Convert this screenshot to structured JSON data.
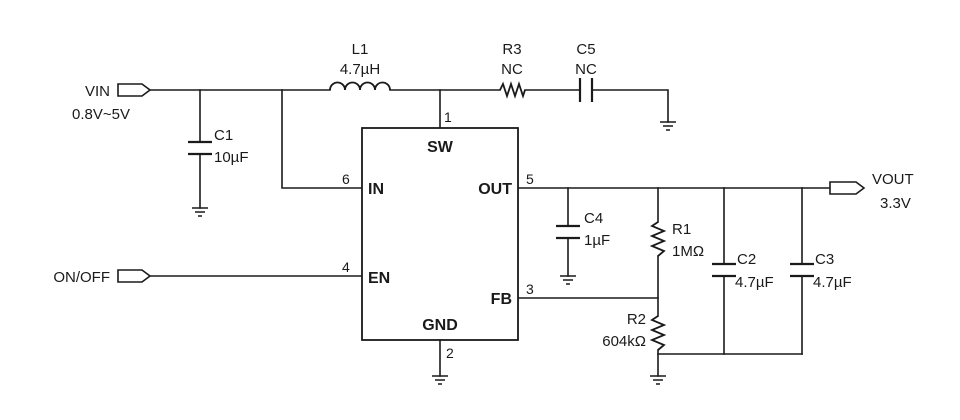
{
  "ports": {
    "vin": {
      "name": "VIN",
      "value": "0.8V~5V"
    },
    "vout": {
      "name": "VOUT",
      "value": "3.3V"
    },
    "onoff": {
      "name": "ON/OFF"
    }
  },
  "chip": {
    "pins": {
      "sw": {
        "number": "1",
        "name": "SW"
      },
      "gnd": {
        "number": "2",
        "name": "GND"
      },
      "fb": {
        "number": "3",
        "name": "FB"
      },
      "en": {
        "number": "4",
        "name": "EN"
      },
      "out": {
        "number": "5",
        "name": "OUT"
      },
      "in": {
        "number": "6",
        "name": "IN"
      }
    }
  },
  "components": {
    "l1": {
      "ref": "L1",
      "value": "4.7µH"
    },
    "r3": {
      "ref": "R3",
      "value": "NC"
    },
    "c5": {
      "ref": "C5",
      "value": "NC"
    },
    "c1": {
      "ref": "C1",
      "value": "10µF"
    },
    "c4": {
      "ref": "C4",
      "value": "1µF"
    },
    "r1": {
      "ref": "R1",
      "value": "1MΩ"
    },
    "r2": {
      "ref": "R2",
      "value": "604kΩ"
    },
    "c2": {
      "ref": "C2",
      "value": "4.7µF"
    },
    "c3": {
      "ref": "C3",
      "value": "4.7µF"
    }
  }
}
